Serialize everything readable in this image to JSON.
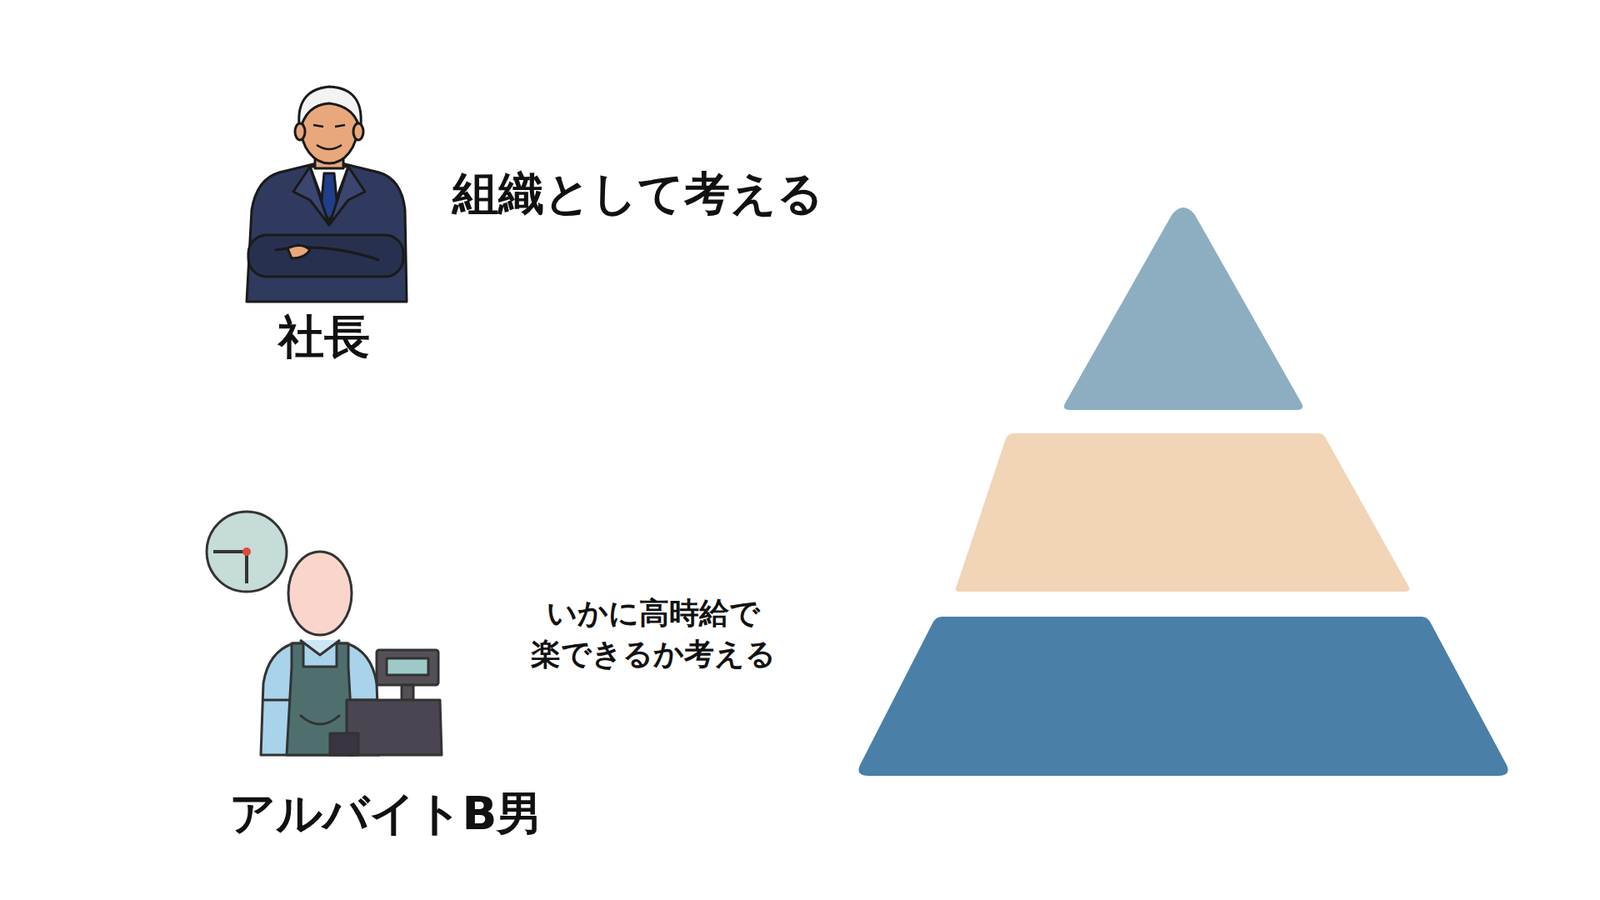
{
  "diagram": {
    "labels": [
      "組織として考える",
      "社長",
      "いかに高時給で 楽できるか考える",
      "アルバイトB男"
    ]
  }
}
